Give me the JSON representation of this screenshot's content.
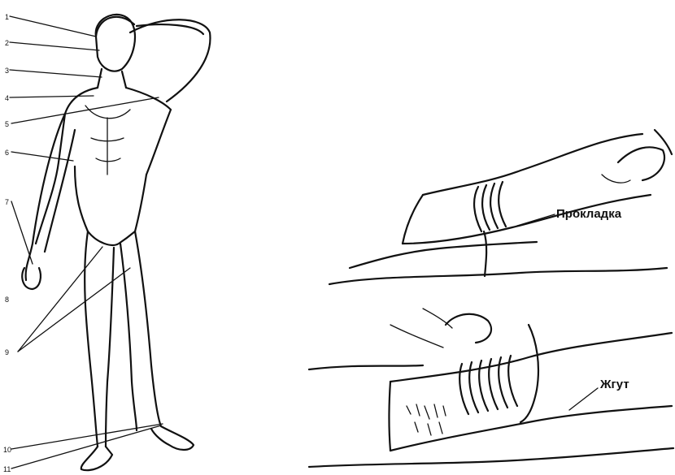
{
  "figure": {
    "points": [
      "1",
      "2",
      "3",
      "4",
      "5",
      "6",
      "7",
      "8",
      "9",
      "10",
      "11"
    ],
    "labels": {
      "pad": "Прокладка",
      "tourniquet": "Жгут"
    }
  }
}
